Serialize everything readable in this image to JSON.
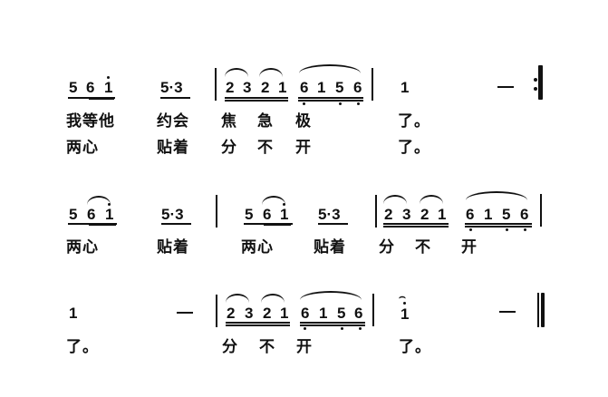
{
  "score": {
    "notation": "jianpu (numbered musical notation)",
    "systems": [
      {
        "measures": [
          {
            "notes": [
              "5",
              "6",
              "1̇"
            ],
            "group2": [
              "5·3"
            ]
          },
          {
            "notes": [
              "2",
              "3",
              "2",
              "1",
              "6̣",
              "1",
              "5̣",
              "6̣"
            ]
          },
          {
            "notes": [
              "1",
              "—"
            ],
            "end": "repeat"
          }
        ],
        "lyrics_verse1": [
          "我等他",
          "约会",
          "焦",
          "急",
          "极",
          "了。"
        ],
        "lyrics_verse2": [
          "两心",
          "贴着",
          "分",
          "不",
          "开",
          "了。"
        ]
      },
      {
        "measures": [
          {
            "notes": [
              "5",
              "6",
              "1̇",
              "5·3"
            ]
          },
          {
            "notes": [
              "5",
              "6",
              "1̇",
              "5·3"
            ]
          },
          {
            "notes": [
              "2",
              "3",
              "2",
              "1",
              "6̣",
              "1",
              "5̣",
              "6̣"
            ]
          }
        ],
        "lyrics": [
          "两心",
          "贴着",
          "两心",
          "贴着",
          "分",
          "不",
          "开"
        ]
      },
      {
        "measures": [
          {
            "notes": [
              "1",
              "—"
            ]
          },
          {
            "notes": [
              "2",
              "3",
              "2",
              "1",
              "6̣",
              "1",
              "5̣",
              "6̣"
            ]
          },
          {
            "notes": [
              "1̇ (fermata)",
              "—"
            ],
            "end": "final"
          }
        ],
        "lyrics": [
          "了。",
          "分",
          "不",
          "开",
          "了。"
        ]
      }
    ]
  },
  "text": {
    "s1": {
      "n": [
        "5",
        "6",
        "1",
        "5·3",
        "2",
        "3",
        "2",
        "1",
        "6",
        "1",
        "5",
        "6",
        "1",
        "—"
      ],
      "l1": [
        "我等他",
        "约会",
        "焦",
        "急",
        "极",
        "了。"
      ],
      "l2": [
        "两心",
        "贴着",
        "分",
        "不",
        "开",
        "了。"
      ]
    },
    "s2": {
      "n": [
        "5",
        "6",
        "1",
        "5·3",
        "5",
        "6",
        "1",
        "5·3",
        "2",
        "3",
        "2",
        "1",
        "6",
        "1",
        "5",
        "6"
      ],
      "l": [
        "两心",
        "贴着",
        "两心",
        "贴着",
        "分",
        "不",
        "开"
      ]
    },
    "s3": {
      "n": [
        "1",
        "—",
        "2",
        "3",
        "2",
        "1",
        "6",
        "1",
        "5",
        "6",
        "1",
        "—"
      ],
      "l": [
        "了。",
        "分",
        "不",
        "开",
        "了。"
      ],
      "fermata": "⌢"
    }
  }
}
